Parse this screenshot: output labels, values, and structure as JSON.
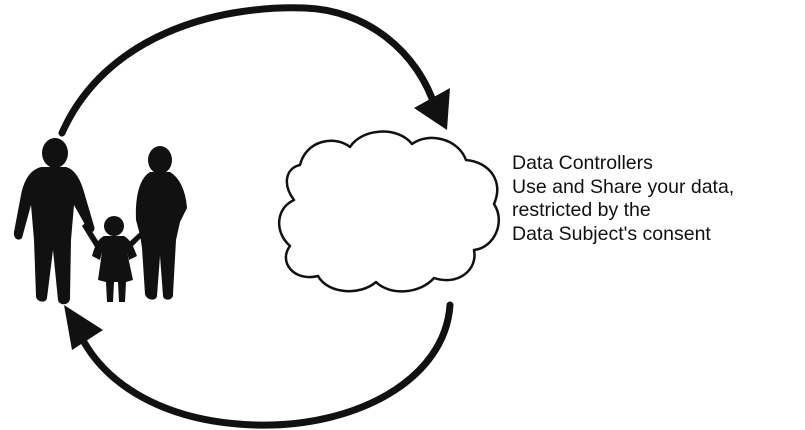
{
  "caption": {
    "lines": [
      "Data Controllers",
      "Use and Share your data,",
      "restricted by the",
      "Data Subject's consent"
    ]
  },
  "icons": {
    "family": "family-silhouette-icon",
    "cloud": "cloud-icon",
    "arrows": [
      "top-arc-arrow-icon",
      "bottom-arc-arrow-icon"
    ]
  },
  "colors": {
    "ink": "#111111",
    "cloud_fill": "#ffffff",
    "background": "#ffffff"
  }
}
